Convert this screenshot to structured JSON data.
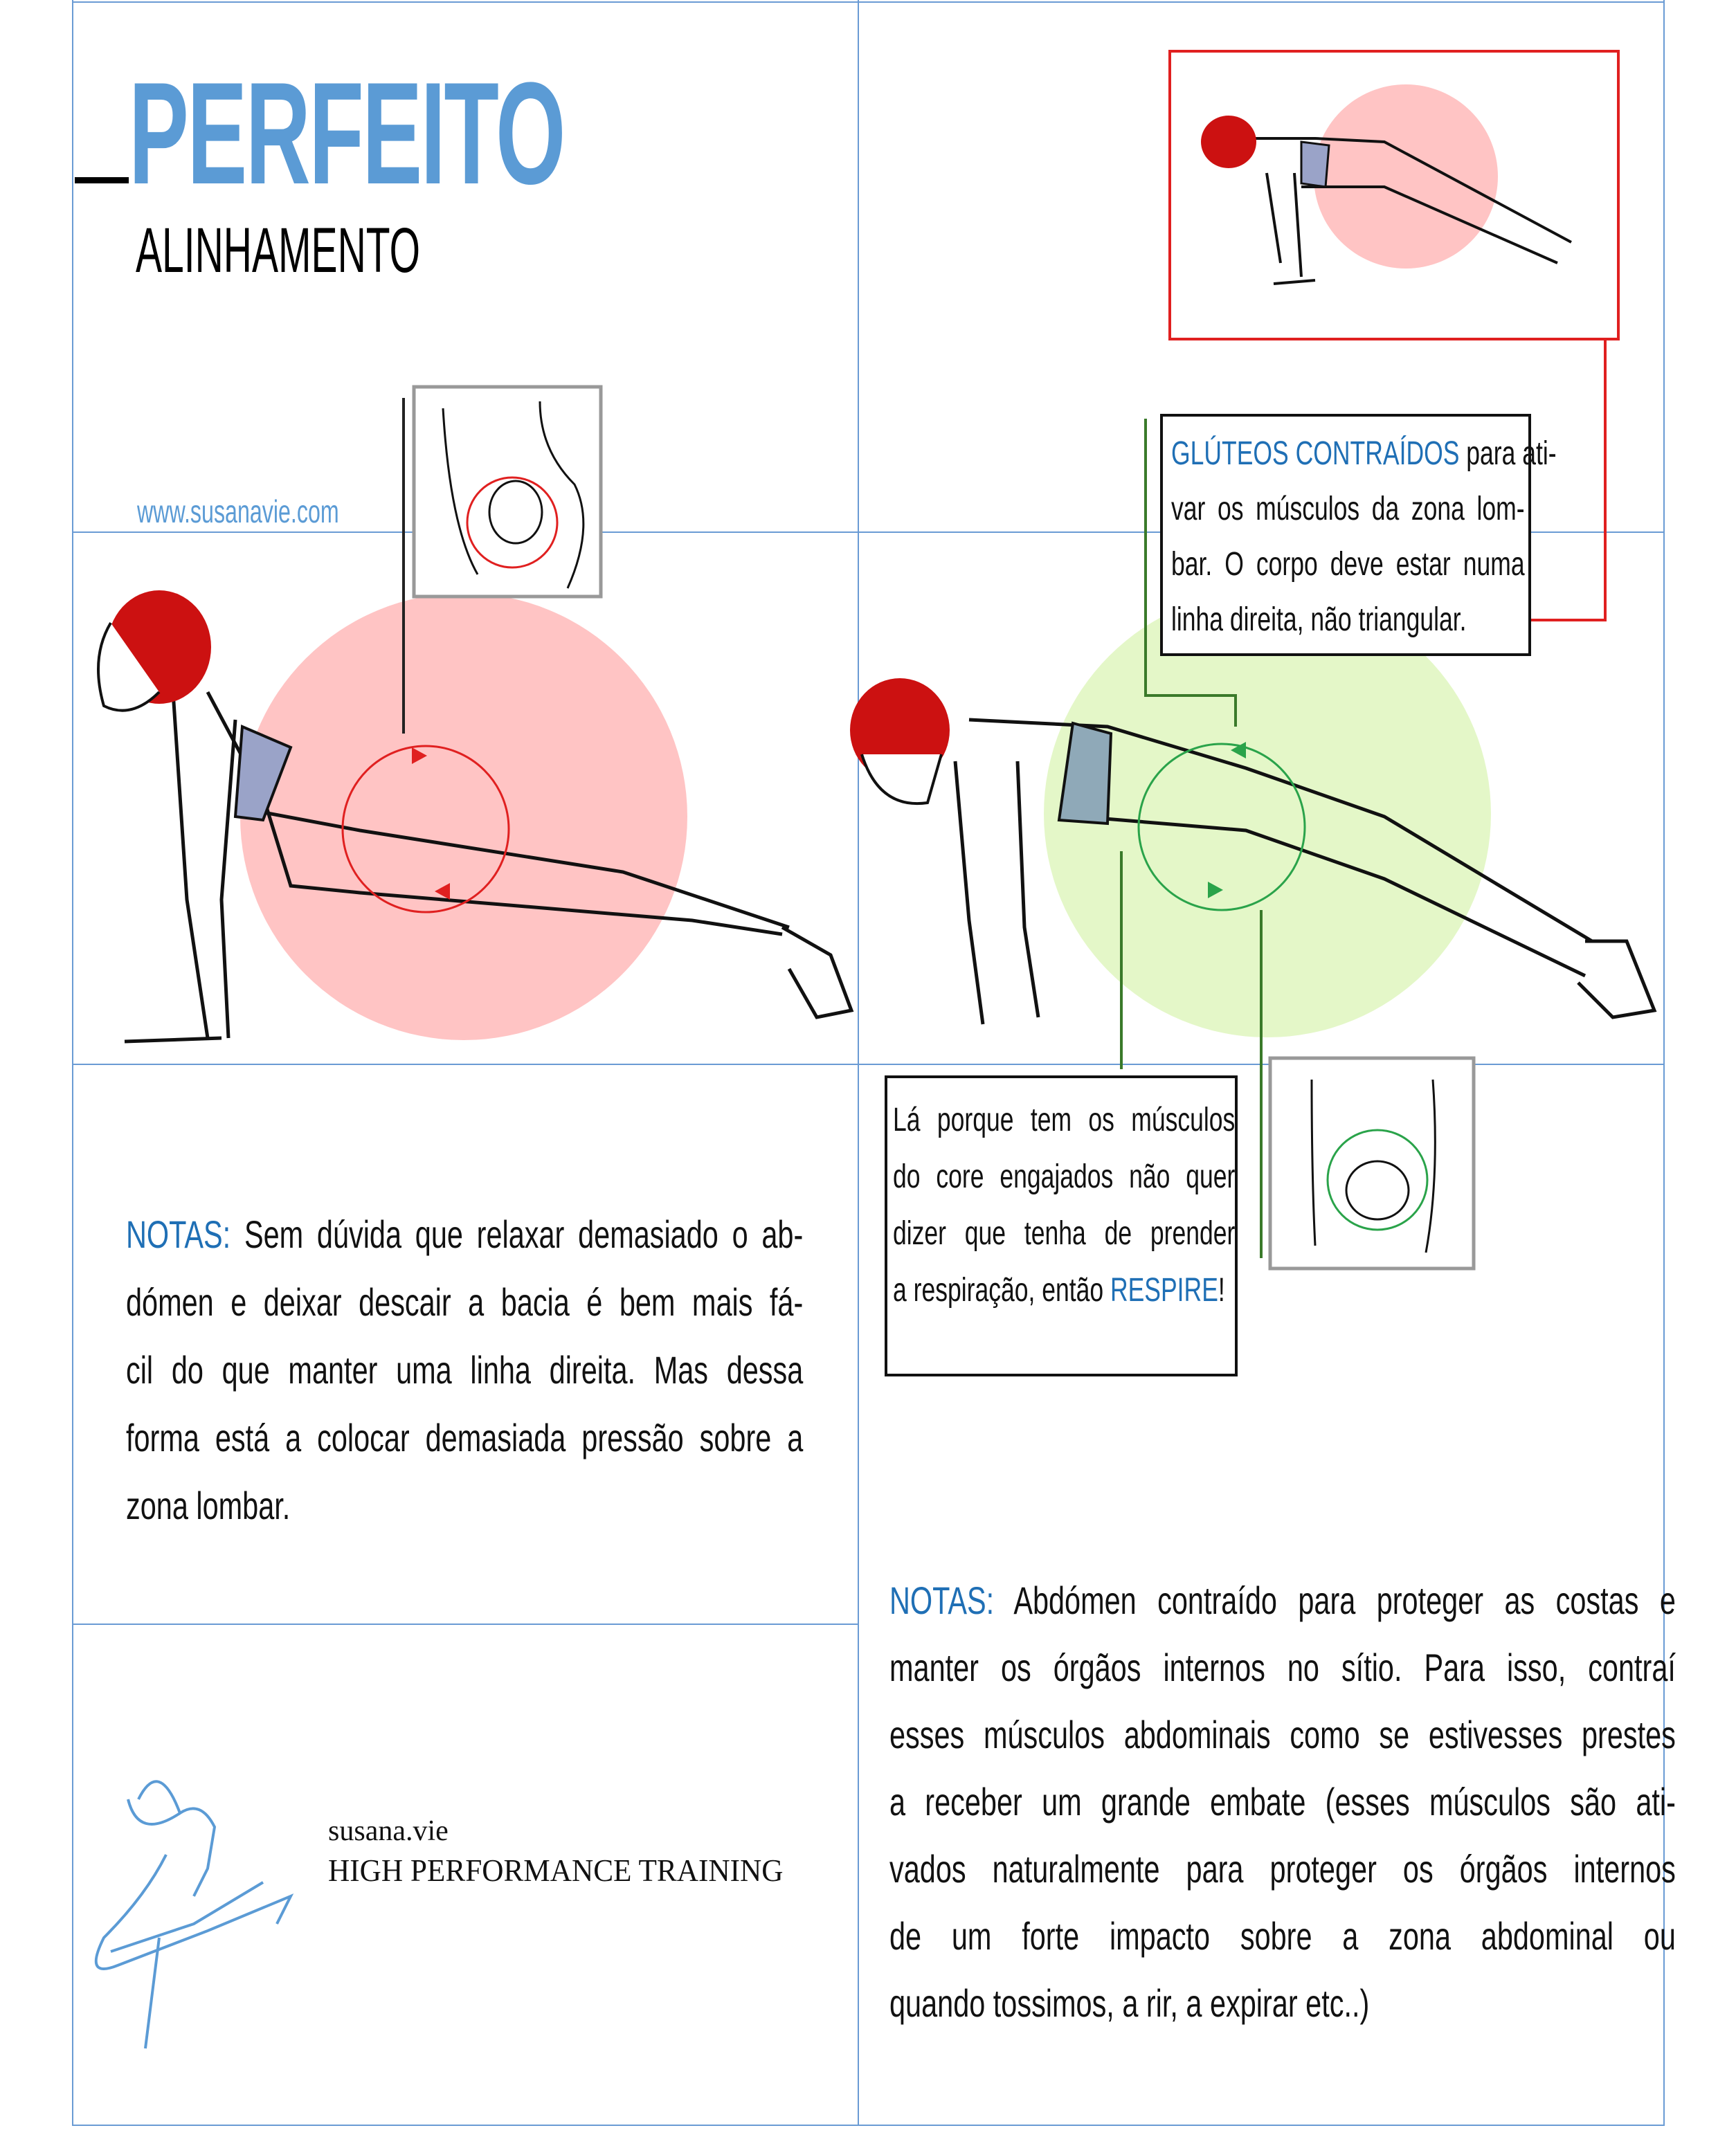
{
  "header": {
    "title": "PERFEITO",
    "subtitle": "ALINHAMENTO",
    "website": "www.susanavie.com"
  },
  "callout_glutes": {
    "highlight": "GLÚTEOS CONTRAÍDOS",
    "lines": [
      " para ati-",
      "var os músculos da zona lom-",
      "bar. O corpo deve estar numa",
      "linha direita, não triangular."
    ]
  },
  "callout_breath": {
    "lines": [
      "Lá porque tem os músculos",
      "do core engajados não quer",
      "dizer que tenha de prender",
      "a respiração, então "
    ],
    "highlight": "RESPIRE",
    "end": "!"
  },
  "notes_left": {
    "label": "NOTAS:",
    "lines": [
      " Sem dúvida que relaxar demasiado o ab-",
      "dómen e deixar descair a bacia é bem mais fá-",
      "cil do que manter uma linha direita. Mas dessa",
      "forma está a colocar demasiada pressão sobre a",
      "zona lombar."
    ]
  },
  "notes_right": {
    "label": "NOTAS:",
    "lines": [
      " Abdómen contraído para proteger as costas e",
      "manter os órgãos internos no sítio. Para isso, contraí",
      "esses músculos abdominais como se estivesses prestes",
      "a receber um grande embate (esses músculos são ati-",
      "vados naturalmente para proteger os órgãos internos",
      "de um forte impacto sobre a zona abdominal ou",
      "quando tossimos, a rir, a expirar etc..)"
    ]
  },
  "brand": {
    "name": "susana.vie",
    "tagline": "HIGH PERFORMANCE TRAINING"
  },
  "colors": {
    "accent": "#5b9bd5",
    "highlight": "#1f6fb5",
    "bad": "#ffc4c4",
    "good": "#e4f7c8",
    "red": "#e02020",
    "green": "#2aa34a"
  }
}
